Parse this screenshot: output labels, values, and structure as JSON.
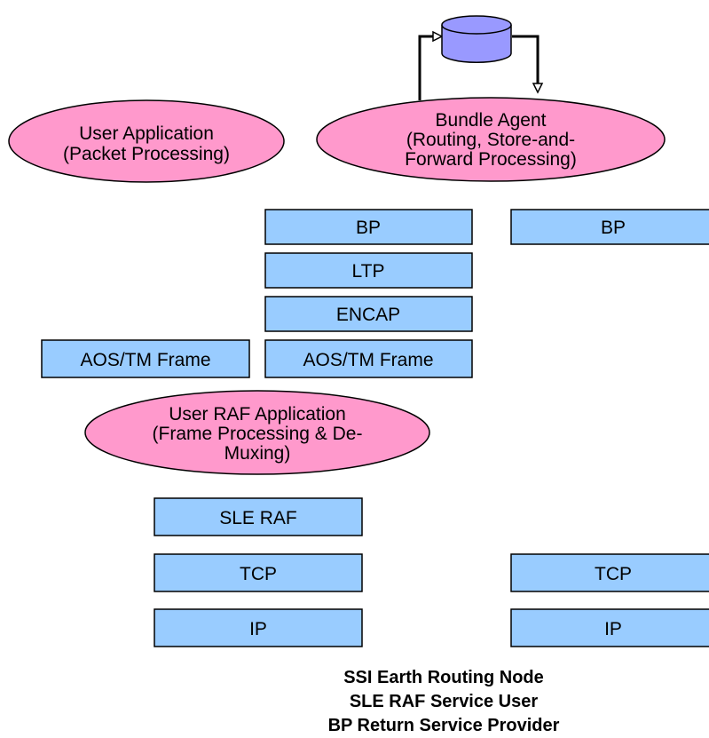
{
  "colors": {
    "box_fill": "#99ccff",
    "ellipse_fill": "#ff99cc",
    "database_fill": "#9999ff",
    "stroke": "#000000"
  },
  "ellipses": {
    "user_application": [
      "User Application",
      "(Packet Processing)"
    ],
    "bundle_agent": [
      "Bundle Agent",
      "(Routing, Store-and-",
      "Forward Processing)"
    ],
    "user_raf_application": [
      "User RAF Application",
      "(Frame Processing & De-",
      "Muxing)"
    ]
  },
  "stack_center": {
    "bp": "BP",
    "ltp": "LTP",
    "encap": "ENCAP",
    "aos_tm_frame": "AOS/TM Frame"
  },
  "stack_left": {
    "aos_tm_frame": "AOS/TM Frame",
    "sle_raf": "SLE RAF",
    "tcp": "TCP",
    "ip": "IP"
  },
  "stack_right": {
    "bp": "BP",
    "tcp": "TCP",
    "ip": "IP"
  },
  "database_icon": "database-cylinder",
  "caption": {
    "line1": "SSI Earth Routing Node",
    "line2": "SLE RAF Service User",
    "line3": "BP Return Service Provider"
  }
}
